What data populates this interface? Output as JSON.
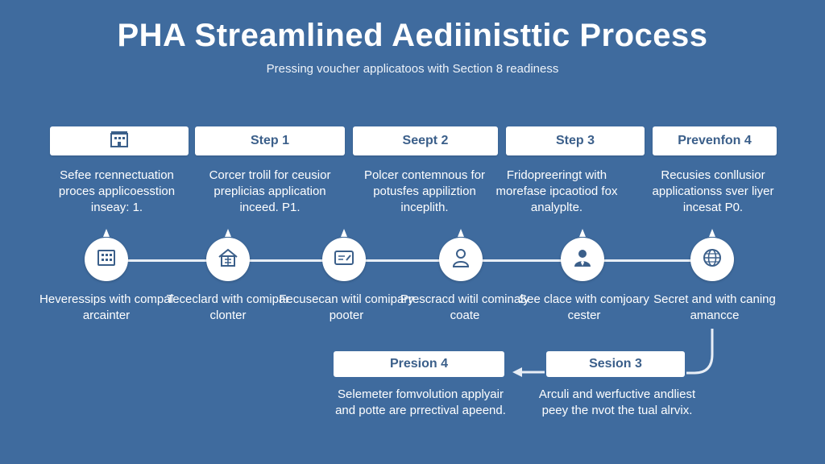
{
  "title": "PHA Streamlined Aediinisttic Process",
  "subtitle": "Pressing voucher applicatoos with Section 8 readiness",
  "steps": [
    {
      "label": "",
      "icon": "building-icon",
      "desc": "Sefee rcennectuation proces applicoesstion inseay: 1."
    },
    {
      "label": "Step 1",
      "desc": "Corcer trolil for ceusior preplicias application inceed. P1."
    },
    {
      "label": "Seept 2",
      "desc": "Polcer contemnous for potusfes appiliztion inceplith."
    },
    {
      "label": "Step 3",
      "desc": "Fridopreeringt with morefase ipcaotiod fox analyplte."
    },
    {
      "label": "Prevenfon 4",
      "desc": "Recusies conllusior applicationss sver liyer incesat P0."
    }
  ],
  "nodes": [
    {
      "icon": "building-icon",
      "label": "Heveressips with compal arcainter"
    },
    {
      "icon": "house-icon",
      "label": "Tececlard with comipar clonter"
    },
    {
      "icon": "document-icon",
      "label": "Fecusecan witil comipary pooter"
    },
    {
      "icon": "person-icon",
      "label": "Prescracd witil cominaly coate"
    },
    {
      "icon": "user-badge-icon",
      "label": "See clace with comjoary cester"
    },
    {
      "icon": "globe-icon",
      "label": "Secret and with caning amancce"
    }
  ],
  "lower": [
    {
      "label": "Presion 4",
      "desc": "Selemeter fomvolution applyair and potte are prrectival apeend."
    },
    {
      "label": "Sesion 3",
      "desc": "Arculi and werfuctive andliest peey the nvot the tual alrvix."
    }
  ],
  "colors": {
    "background": "#3f6b9e",
    "box_text": "#3b5f8a",
    "line": "#e8eef6"
  }
}
